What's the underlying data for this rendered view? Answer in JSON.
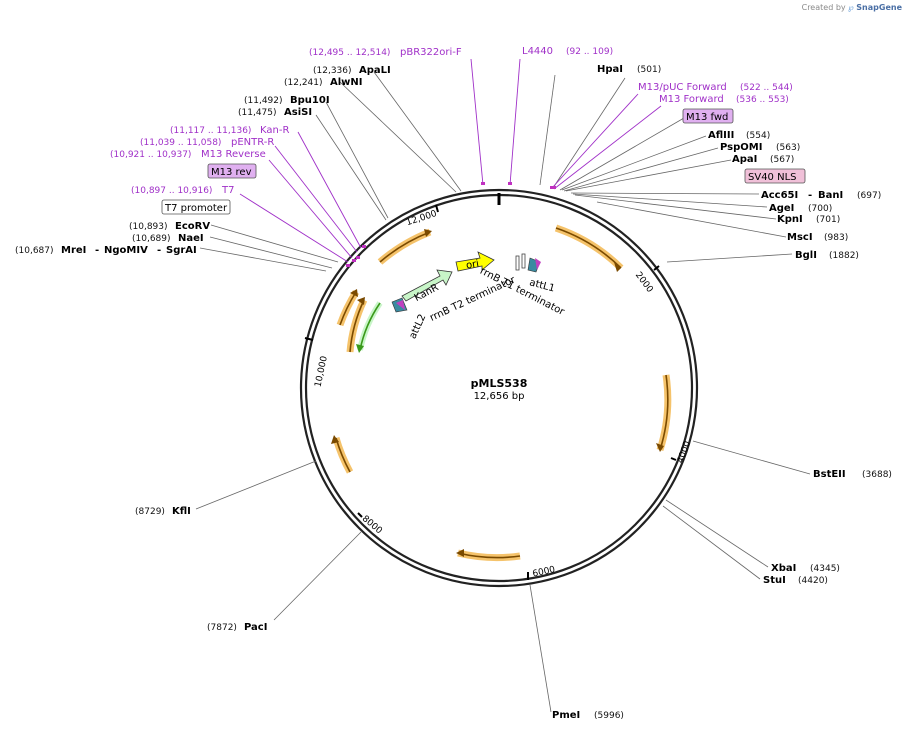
{
  "credit": {
    "prefix": "Created by",
    "brand": "SnapGene"
  },
  "plasmid": {
    "name": "pMLS538",
    "length": "12,656 bp"
  },
  "enzymes": [
    {
      "name": "HpaI",
      "pos": "(501)"
    },
    {
      "name": "AflIII",
      "pos": "(554)"
    },
    {
      "name": "PspOMI",
      "pos": "(563)"
    },
    {
      "name": "ApaI",
      "pos": "(567)"
    },
    {
      "name": "Acc65I",
      "pos": ""
    },
    {
      "name": "BanI",
      "pos": "(697)"
    },
    {
      "name": "AgeI",
      "pos": "(700)"
    },
    {
      "name": "KpnI",
      "pos": "(701)"
    },
    {
      "name": "MscI",
      "pos": "(983)"
    },
    {
      "name": "BglI",
      "pos": "(1882)"
    },
    {
      "name": "BstEII",
      "pos": "(3688)"
    },
    {
      "name": "XbaI",
      "pos": "(4345)"
    },
    {
      "name": "StuI",
      "pos": "(4420)"
    },
    {
      "name": "PmeI",
      "pos": "(5996)"
    },
    {
      "name": "PacI",
      "pos": "(7872)"
    },
    {
      "name": "KflI",
      "pos": "(8729)"
    },
    {
      "name": "MreI",
      "pos": "(10,687)"
    },
    {
      "name": "NgoMIV",
      "pos": ""
    },
    {
      "name": "SgrAI",
      "pos": ""
    },
    {
      "name": "NaeI",
      "pos": "(10,689)"
    },
    {
      "name": "EcoRV",
      "pos": "(10,893)"
    },
    {
      "name": "AsiSI",
      "pos": "(11,475)"
    },
    {
      "name": "Bpu10I",
      "pos": "(11,492)"
    },
    {
      "name": "AlwNI",
      "pos": "(12,241)"
    },
    {
      "name": "ApaLI",
      "pos": "(12,336)"
    }
  ],
  "primers": [
    {
      "name": "pBR322ori-F",
      "pos": "(12,495 .. 12,514)"
    },
    {
      "name": "L4440",
      "pos": "(92 .. 109)"
    },
    {
      "name": "M13/pUC Forward",
      "pos": "(522 .. 544)"
    },
    {
      "name": "M13 Forward",
      "pos": "(536 .. 553)"
    },
    {
      "name": "Kan-R",
      "pos": "(11,117 .. 11,136)"
    },
    {
      "name": "pENTR-R",
      "pos": "(11,039 .. 11,058)"
    },
    {
      "name": "M13 Reverse",
      "pos": "(10,921 .. 10,937)"
    },
    {
      "name": "T7",
      "pos": "(10,897 .. 10,916)"
    }
  ],
  "boxed_features": [
    {
      "name": "M13 fwd",
      "color": "#e0b0f0"
    },
    {
      "name": "SV40 NLS",
      "color": "#f0c0d8"
    },
    {
      "name": "M13 rev",
      "color": "#e0b0f0"
    },
    {
      "name": "T7 promoter",
      "color": "#ffffff"
    }
  ],
  "features": {
    "ori": "ori",
    "kanr": "KanR",
    "rrnb_t2": "rrnB T2 terminator",
    "rrnb_t1": "rrnB T1 terminator",
    "attl1": "attL1",
    "attl2": "attL2"
  },
  "ticks": [
    "2000",
    "4000",
    "6000",
    "8000",
    "10,000",
    "12,000"
  ],
  "colors": {
    "primer": "#a030c8",
    "orf_fill": "#f5c36b",
    "orf_arrow": "#7a4a00",
    "ori_fill": "#ffff00",
    "kanr_fill": "#c8f5c8",
    "green_arrow": "#3a9a1a",
    "backbone": "#222222"
  }
}
